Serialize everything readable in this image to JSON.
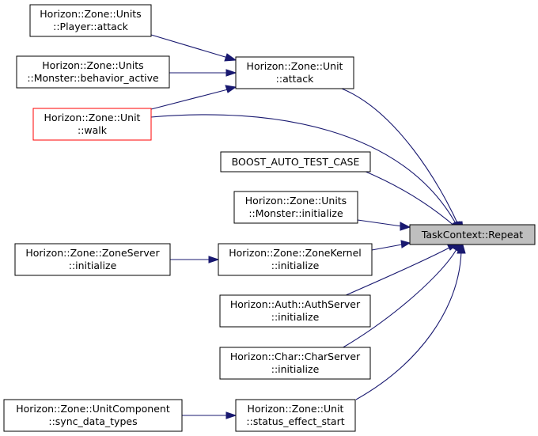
{
  "graph": {
    "root": {
      "line1": "TaskContext::Repeat",
      "line2": ""
    },
    "nodes": {
      "unit_attack": {
        "line1": "Horizon::Zone::Unit",
        "line2": "::attack"
      },
      "player_attack": {
        "line1": "Horizon::Zone::Units",
        "line2": "::Player::attack"
      },
      "monster_behavior": {
        "line1": "Horizon::Zone::Units",
        "line2": "::Monster::behavior_active"
      },
      "unit_walk": {
        "line1": "Horizon::Zone::Unit",
        "line2": "::walk"
      },
      "boost_test": {
        "line1": "BOOST_AUTO_TEST_CASE",
        "line2": ""
      },
      "monster_init": {
        "line1": "Horizon::Zone::Units",
        "line2": "::Monster::initialize"
      },
      "zonekernel_init": {
        "line1": "Horizon::Zone::ZoneKernel",
        "line2": "::initialize"
      },
      "zoneserver_init": {
        "line1": "Horizon::Zone::ZoneServer",
        "line2": "::initialize"
      },
      "authserver_init": {
        "line1": "Horizon::Auth::AuthServer",
        "line2": "::initialize"
      },
      "charserver_init": {
        "line1": "Horizon::Char::CharServer",
        "line2": "::initialize"
      },
      "status_effect": {
        "line1": "Horizon::Zone::Unit",
        "line2": "::status_effect_start"
      },
      "sync_data": {
        "line1": "Horizon::Zone::UnitComponent",
        "line2": "::sync_data_types"
      }
    }
  },
  "colors": {
    "edge": "#191970",
    "root_fill": "#bfbfbf",
    "highlight_border": "#ff0000"
  }
}
